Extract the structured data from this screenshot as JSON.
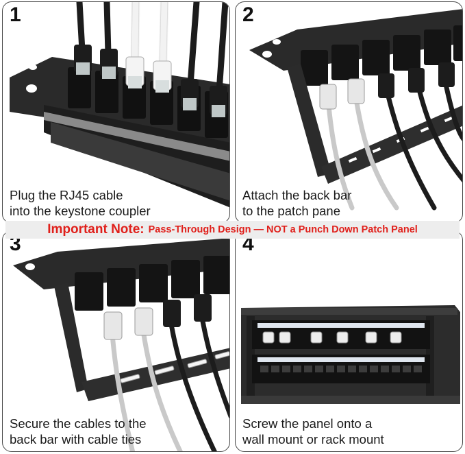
{
  "steps": [
    {
      "number": "1",
      "caption_line1": "Plug the RJ45 cable",
      "caption_line2": "into the keystone coupler"
    },
    {
      "number": "2",
      "caption_line1": "Attach the back bar",
      "caption_line2": "to the patch pane"
    },
    {
      "number": "3",
      "caption_line1": "Secure the cables to the",
      "caption_line2": "back bar with cable ties"
    },
    {
      "number": "4",
      "caption_line1": "Screw the panel onto a",
      "caption_line2": "wall mount or rack mount"
    }
  ],
  "note": {
    "title": "Important Note:",
    "text": "Pass-Through Design — NOT a Punch Down Patch Panel"
  },
  "colors": {
    "note_red": "#e0201b",
    "note_background": "#ededed",
    "panel_black": "#1b1b1b",
    "cable_black": "#1c1c1c",
    "cable_white": "#f2f2f2",
    "cable_grey": "#c9c9c9"
  }
}
